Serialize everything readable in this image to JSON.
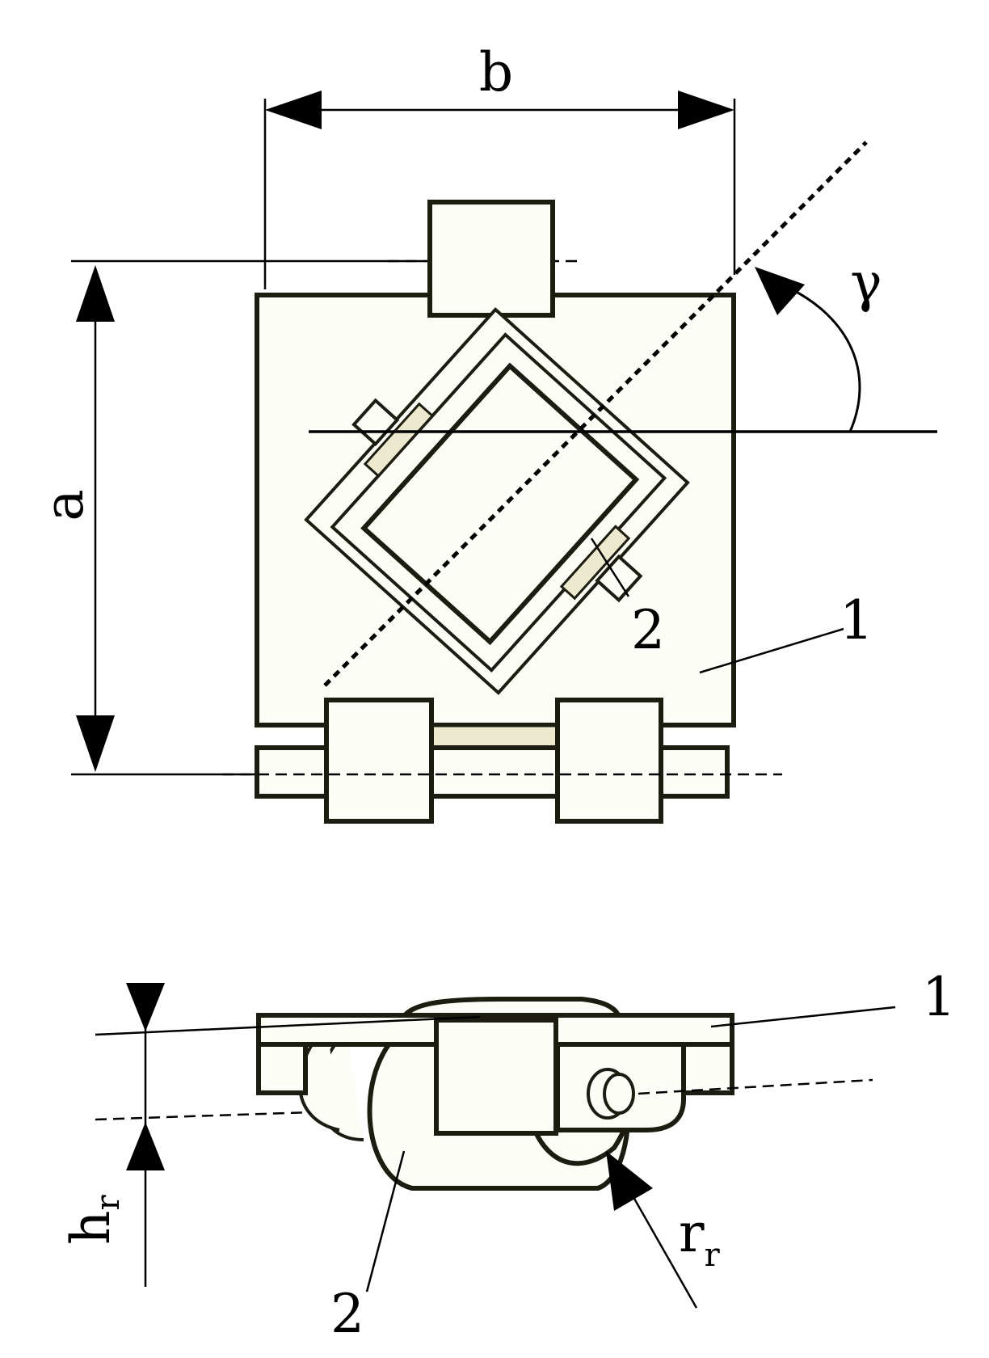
{
  "labels": {
    "dim_b": "b",
    "dim_a": "a",
    "angle_gamma": "γ",
    "top_part_1": "1",
    "top_part_2": "2",
    "bottom_part_1": "1",
    "bottom_part_2": "2",
    "height_main": "h",
    "height_sub": "r",
    "radius_main": "r",
    "radius_sub": "r"
  }
}
